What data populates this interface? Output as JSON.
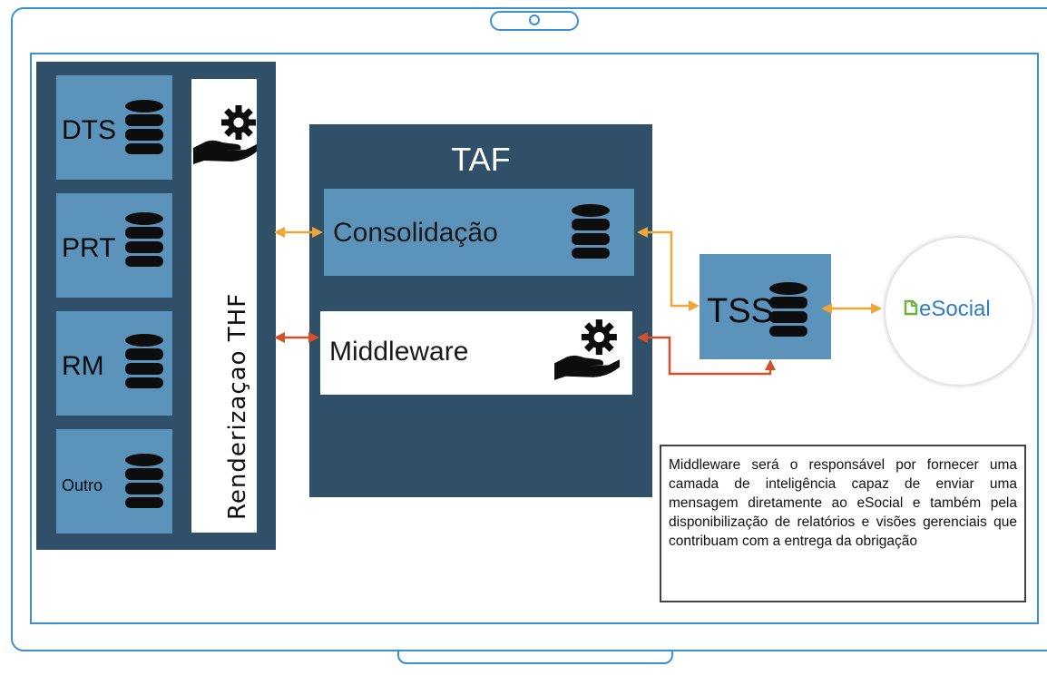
{
  "sources": [
    {
      "label": "DTS"
    },
    {
      "label": "PRT"
    },
    {
      "label": "RM"
    },
    {
      "label": "Outro"
    }
  ],
  "render_layer": {
    "label": "Renderizaçao THF"
  },
  "taf": {
    "title": "TAF",
    "consolidacao_label": "Consolidação",
    "middleware_label": "Middleware"
  },
  "tss": {
    "label": "TSS"
  },
  "esocial": {
    "label": "eSocial"
  },
  "note": {
    "text": "Middleware será o responsável por fornecer uma camada de inteligência capaz de enviar uma mensagem diretamente ao eSocial e também pela disponibilização de relatórios e visões gerenciais que contribuam com a entrega da obrigação"
  },
  "colors": {
    "frame": "#3a8fd6",
    "panel_dark": "#2f5068",
    "panel_light": "#5b93bb",
    "arrow_orange": "#f0a534",
    "arrow_red": "#d2502a"
  },
  "icons": {
    "database": "database-icon",
    "gear_hand": "gear-hand-icon",
    "esocial_logo": "esocial-logo-icon"
  }
}
